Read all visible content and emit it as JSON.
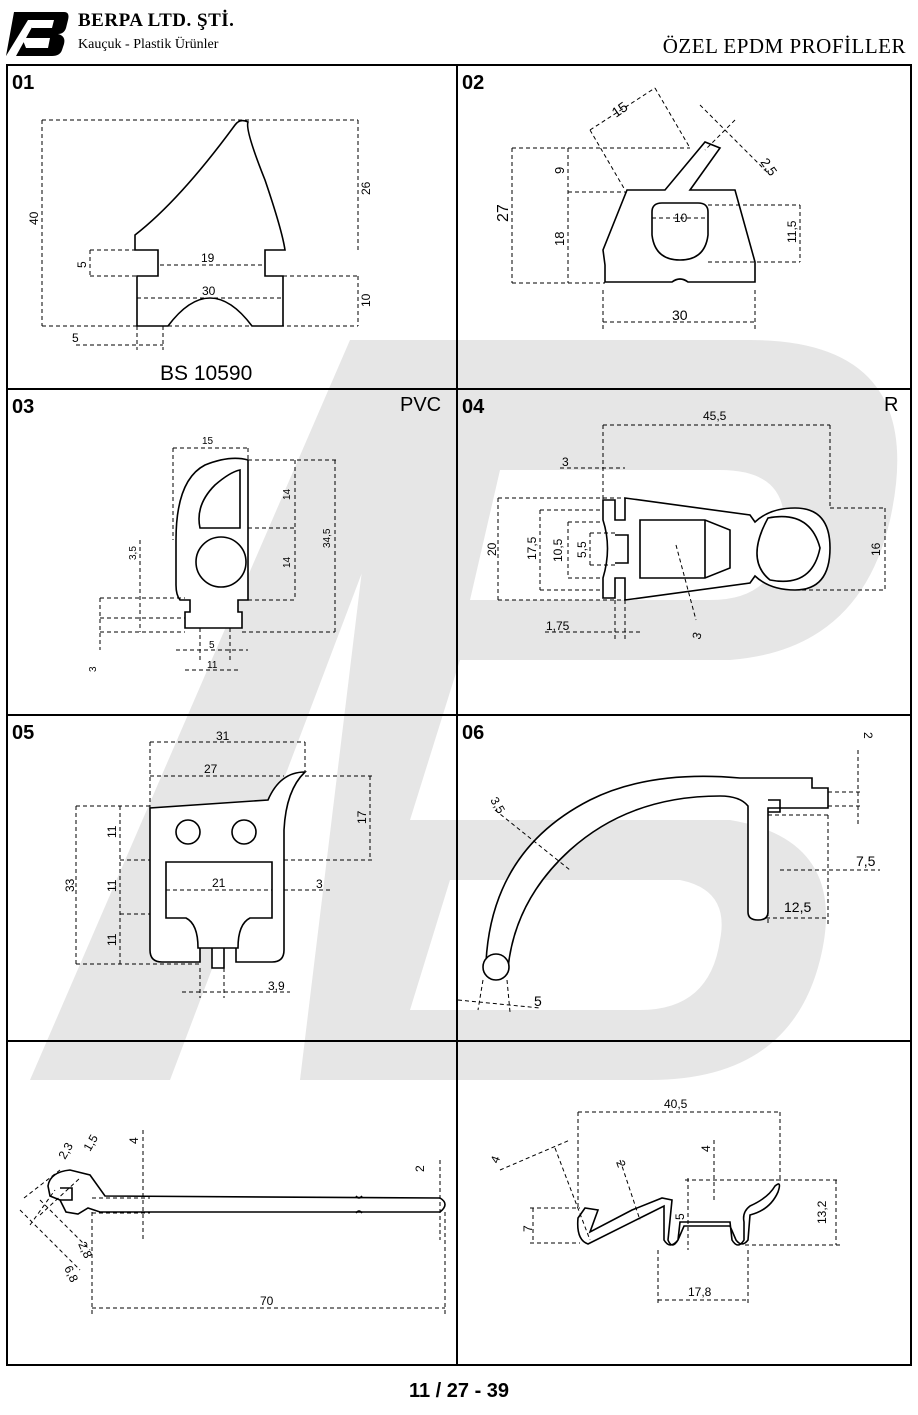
{
  "header": {
    "company": "BERPA LTD. ŞTİ.",
    "tagline": "Kauçuk - Plastik Ürünler",
    "title": "ÖZEL EPDM PROFİLLER"
  },
  "cells": [
    {
      "num": "01",
      "label": "BS 10590",
      "dims": [
        "40",
        "26",
        "19",
        "5",
        "30",
        "10",
        "5"
      ]
    },
    {
      "num": "02",
      "dims": [
        "15",
        "2,5",
        "9",
        "27",
        "18",
        "10",
        "11,5",
        "30"
      ]
    },
    {
      "num": "03",
      "tag": "PVC",
      "dims": [
        "15",
        "14",
        "14",
        "34,5",
        "3,5",
        "3",
        "5",
        "11"
      ]
    },
    {
      "num": "04",
      "tag": "R",
      "dims": [
        "45,5",
        "3",
        "20",
        "17,5",
        "10,5",
        "5,5",
        "16",
        "1,75",
        "3"
      ]
    },
    {
      "num": "05",
      "dims": [
        "31",
        "27",
        "17",
        "11",
        "11",
        "11",
        "33",
        "21",
        "3",
        "3,9"
      ]
    },
    {
      "num": "06",
      "dims": [
        "2",
        "3,5",
        "7,5",
        "12,5",
        "5"
      ]
    },
    {
      "dims": [
        "2,3",
        "1,5",
        "4",
        "2",
        "2,8",
        "6,8",
        "70"
      ]
    },
    {
      "dims": [
        "40,5",
        "4",
        "4",
        "2",
        "7",
        "5",
        "13,2",
        "17,8"
      ]
    }
  ],
  "footer": {
    "page": "11 / 27 - 39"
  }
}
